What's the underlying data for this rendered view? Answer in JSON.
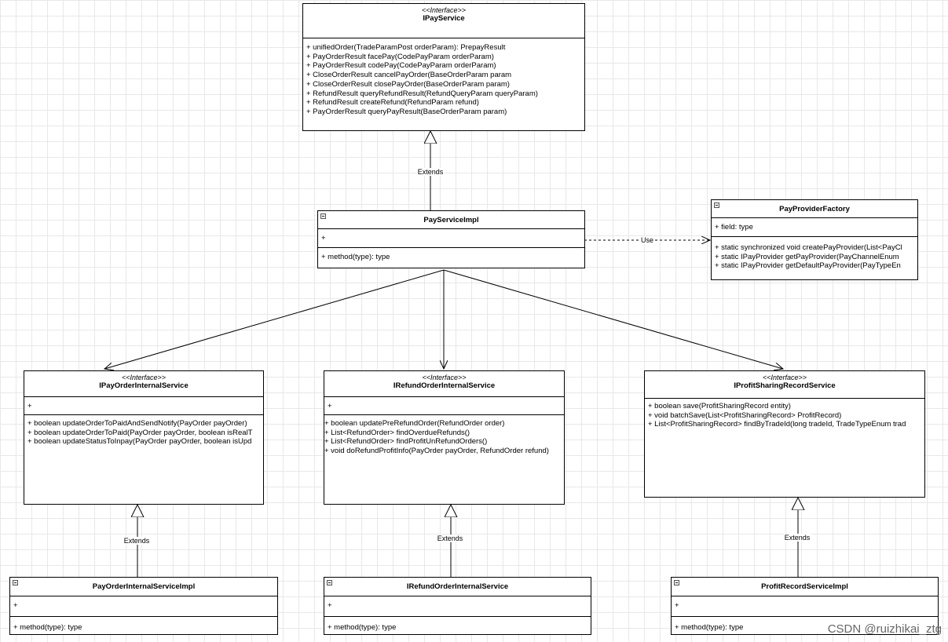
{
  "ipay_service": {
    "stereotype": "<<Interface>>",
    "name": "IPayService",
    "methods": [
      "+ unifiedOrder(TradeParamPost orderParam): PrepayResult",
      "+ PayOrderResult facePay(CodePayParam orderParam)",
      "+ PayOrderResult codePay(CodePayParam orderParam)",
      "+ CloseOrderResult cancelPayOrder(BaseOrderParam param",
      "+ CloseOrderResult closePayOrder(BaseOrderParam param)",
      "+ RefundResult queryRefundResult(RefundQueryParam queryParam)",
      "+ RefundResult createRefund(RefundParam refund)",
      "+ PayOrderResult queryPayResult(BaseOrderParam param)"
    ]
  },
  "pay_service_impl": {
    "name": "PayServiceImpl",
    "field": "+",
    "method": "+ method(type): type"
  },
  "pay_provider_factory": {
    "name": "PayProviderFactory",
    "field": "+ field: type",
    "methods": [
      "+ static synchronized void createPayProvider(List<PayCl",
      "+ static IPayProvider getPayProvider(PayChannelEnum",
      "+ static IPayProvider getDefaultPayProvider(PayTypeEn"
    ]
  },
  "ipay_order_internal": {
    "stereotype": "<<Interface>>",
    "name": "IPayOrderInternalService",
    "field": "+",
    "methods": [
      "+ boolean updateOrderToPaidAndSendNotify(PayOrder payOrder)",
      "+ boolean updateOrderToPaid(PayOrder payOrder, boolean isRealT",
      "+ boolean updateStatusToInpay(PayOrder payOrder, boolean isUpd"
    ]
  },
  "irefund_order_internal": {
    "stereotype": "<<Interface>>",
    "name": "IRefundOrderInternalService",
    "field": "+",
    "methods": [
      " + boolean updatePreRefundOrder(RefundOrder order)",
      " + List<RefundOrder> findOverdueRefunds()",
      "+  List<RefundOrder> findProfitUnRefundOrders()",
      "+ void doRefundProfitInfo(PayOrder payOrder, RefundOrder refund)"
    ]
  },
  "iprofit_sharing": {
    "stereotype": "<<Interface>>",
    "name": "IProfitSharingRecordService",
    "methods": [
      "+ boolean save(ProfitSharingRecord entity)",
      "+ void batchSave(List<ProfitSharingRecord> ProfitRecord)",
      "+ List<ProfitSharingRecord> findByTradeId(long tradeId, TradeTypeEnum trad"
    ]
  },
  "impl1": {
    "name": "PayOrderInternalServiceImpl",
    "field": "+",
    "method": "+ method(type): type"
  },
  "impl2": {
    "name": "IRefundOrderInternalService",
    "field": "+",
    "method": "+ method(type): type"
  },
  "impl3": {
    "name": "ProfitRecordServiceImpl",
    "field": "+",
    "method": "+ method(type): type"
  },
  "labels": {
    "extends": "Extends",
    "use": "Use"
  },
  "watermark": "CSDN @ruizhikai_ztg"
}
